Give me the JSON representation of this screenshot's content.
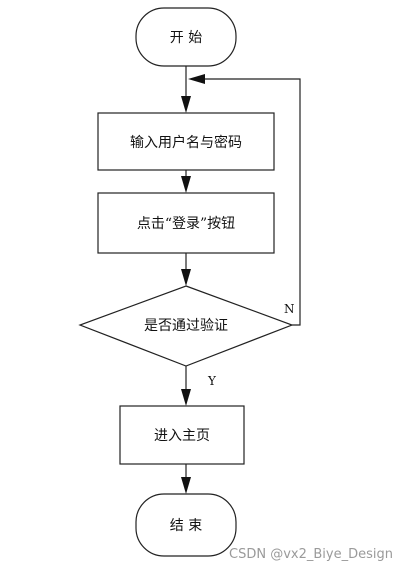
{
  "flowchart": {
    "start": "开 始",
    "step_input": "输入用户名与密码",
    "step_click": "点击“登录”按钮",
    "decision": "是否通过验证",
    "branch_no": "N",
    "branch_yes": "Y",
    "step_home": "进入主页",
    "end": "结 束"
  },
  "watermark": "CSDN @vx2_Biye_Design"
}
